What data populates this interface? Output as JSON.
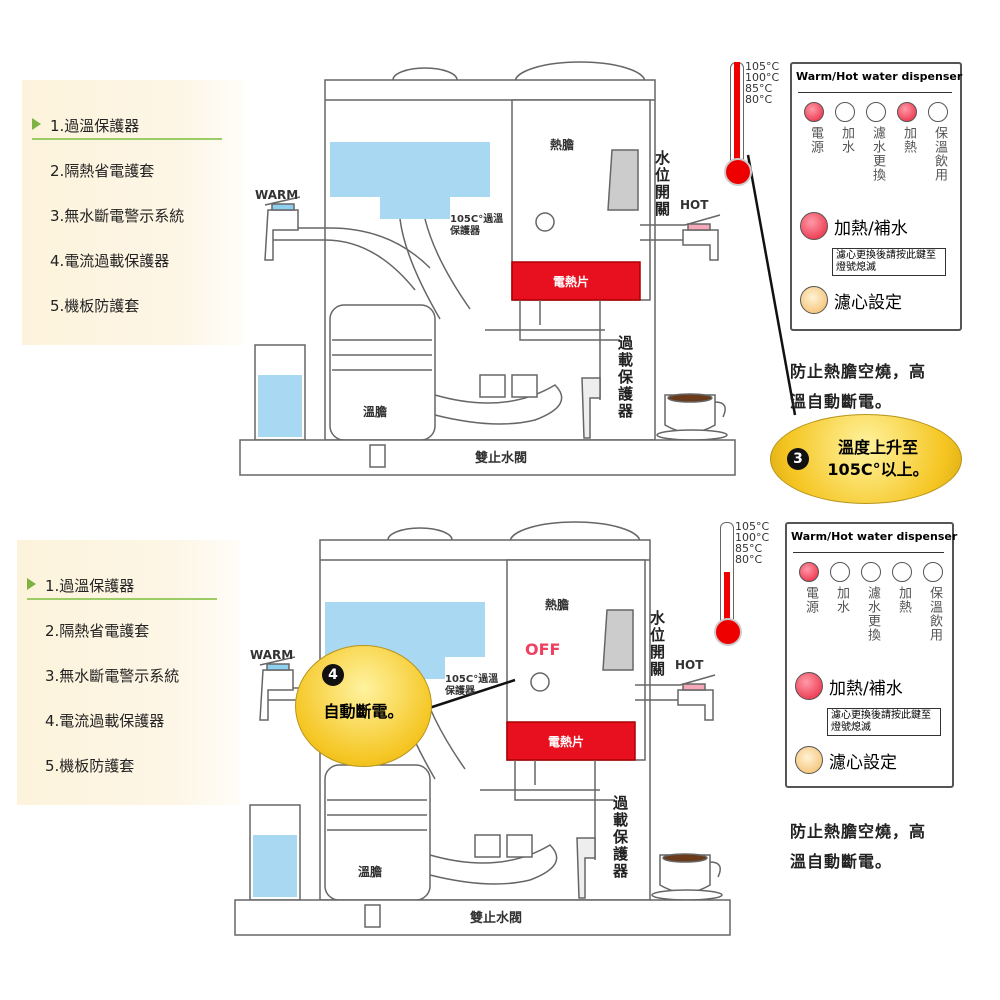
{
  "menu": {
    "items": [
      "1.過溫保護器",
      "2.隔熱省電護套",
      "3.無水斷電警示系統",
      "4.電流過載保護器",
      "5.機板防護套"
    ],
    "selected_index": 0
  },
  "diagram": {
    "warm": "WARM",
    "hot": "HOT",
    "hot_tank": "熱膽",
    "warm_tank": "溫膽",
    "heater": "電熱片",
    "fuse": "105C°過溫保護器",
    "level_switch": "水位開關",
    "overload": "過載保護器",
    "valve": "雙止水閥"
  },
  "thermometer": {
    "ticks": [
      "105°C",
      "100°C",
      "85°C",
      "80°C"
    ]
  },
  "control_panel": {
    "title": "Warm/Hot water dispenser",
    "leds": [
      "電源",
      "加水",
      "濾水更換",
      "加熱",
      "保溫飲用"
    ],
    "heat_button": "加熱/補水",
    "tooltip": "濾心更換後請按此鍵至燈號熄滅",
    "filter_button": "濾心設定"
  },
  "note": [
    "防止熱膽空燒，高",
    "溫自動斷電。"
  ],
  "panels": [
    {
      "step": "3",
      "bubble": "溫度上升至105C°以上。",
      "thermo_level_c": 105,
      "leds_on": [
        0,
        3
      ],
      "state": ""
    },
    {
      "step": "4",
      "bubble": "自動斷電。",
      "thermo_level_c": 80,
      "leds_on": [
        0
      ],
      "state": "OFF"
    }
  ],
  "colors": {
    "water": "#a9d8f2",
    "heater": "#e8101e",
    "bubble": "#f5c623",
    "accent": "#7cb342"
  }
}
